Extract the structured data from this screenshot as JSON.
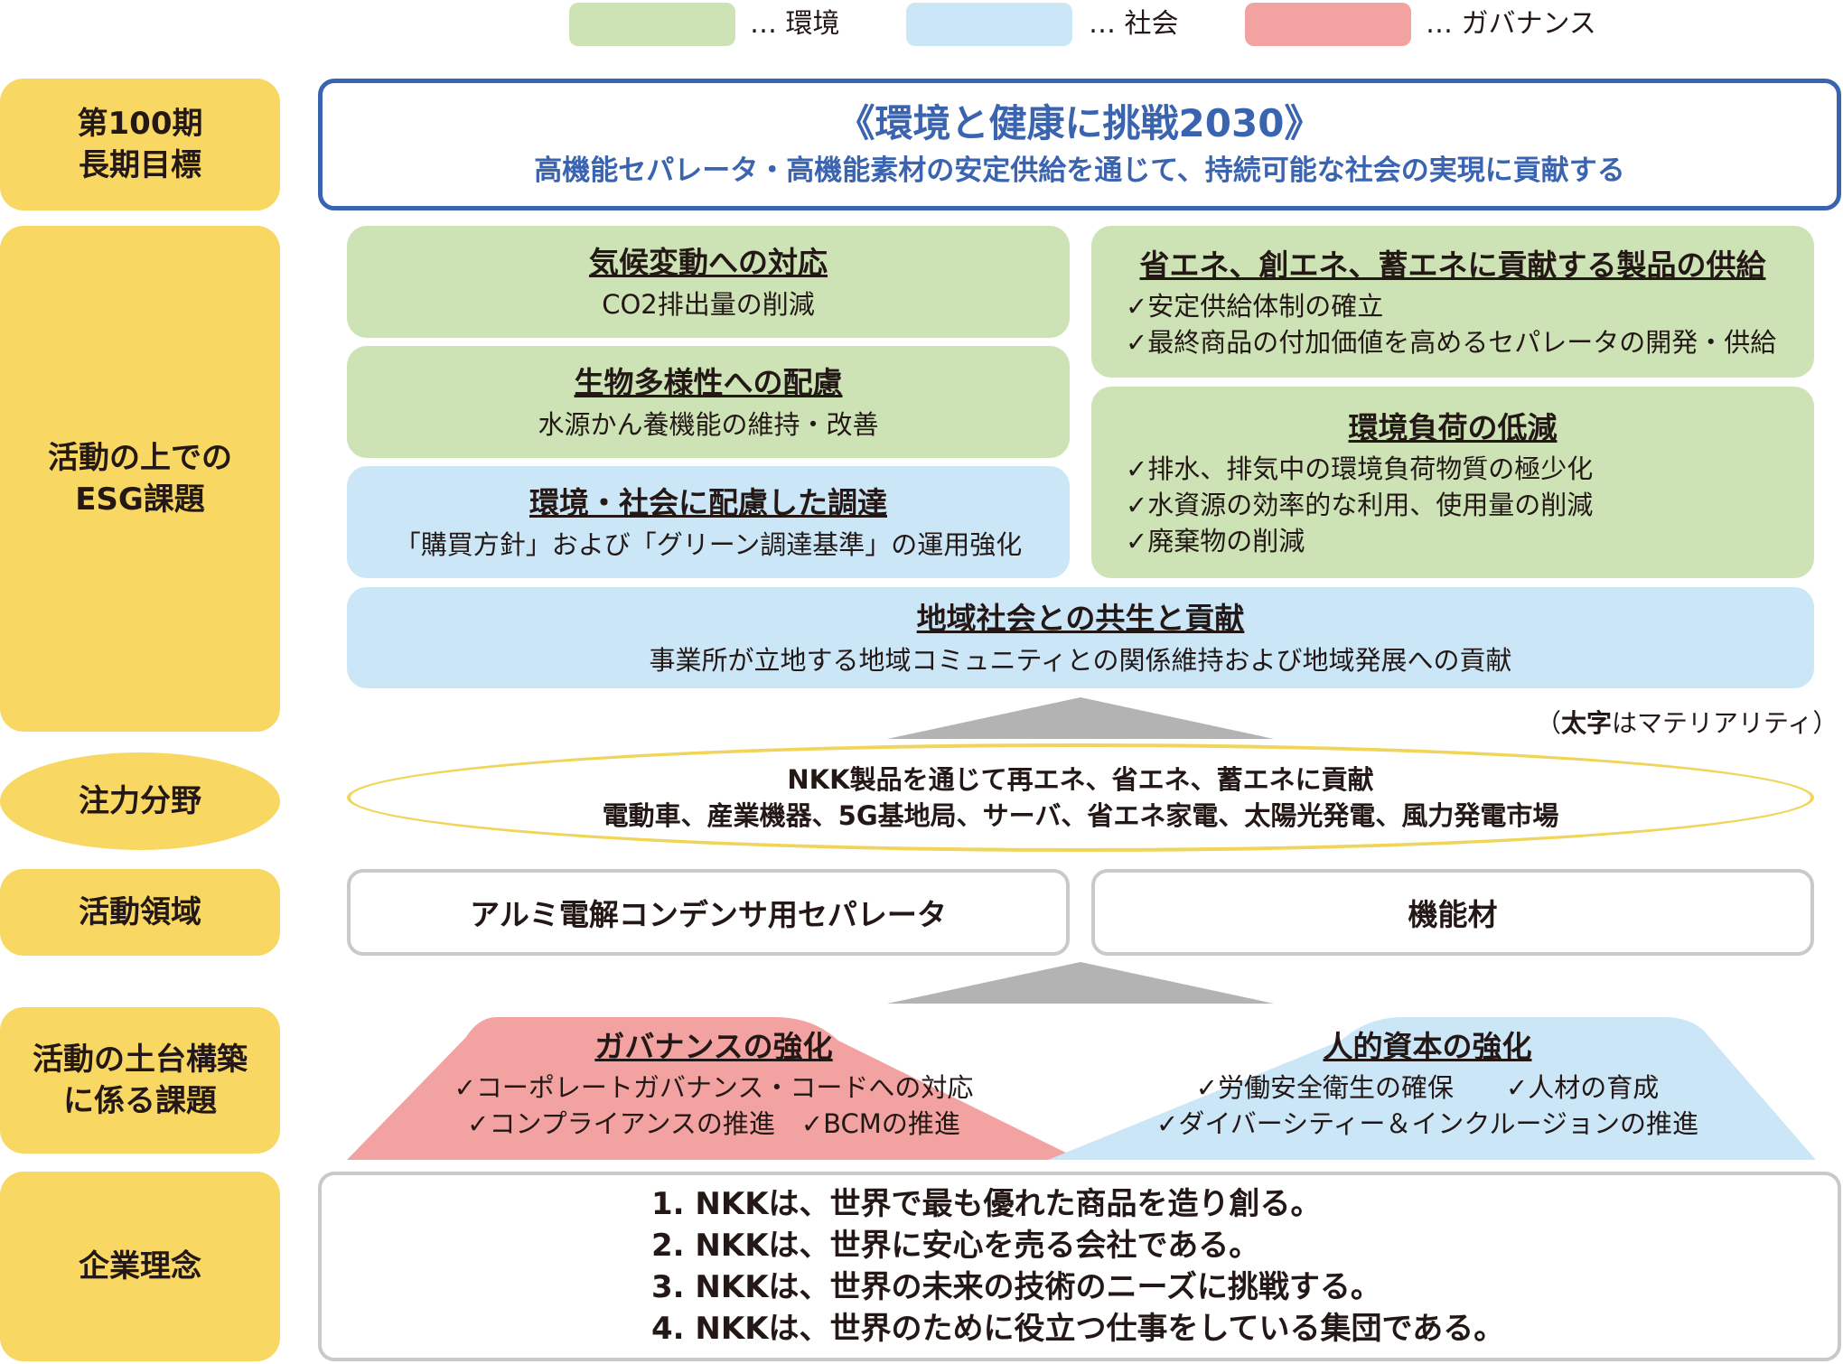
{
  "colors": {
    "environment": "#cde3b6",
    "society": "#cbe6f7",
    "governance": "#f2a2a0",
    "label": "#f8d862",
    "goal_border": "#3b64b0",
    "neutral_border": "#c9c9c9",
    "triangle": "#b3b3b3",
    "focus_border": "#f0d55a"
  },
  "legend": [
    {
      "label": "… 環境"
    },
    {
      "label": "… 社会"
    },
    {
      "label": "… ガバナンス"
    }
  ],
  "side_labels": {
    "goal": [
      "第100期",
      "長期目標"
    ],
    "esg": [
      "活動の上での",
      "ESG課題"
    ],
    "focus": [
      "注力分野"
    ],
    "area": [
      "活動領域"
    ],
    "foundation": [
      "活動の土台構築",
      "に係る課題"
    ],
    "philosophy": [
      "企業理念"
    ]
  },
  "goal": {
    "title": "《環境と健康に挑戦2030》",
    "subtitle": "高機能セパレータ・高機能素材の安定供給を通じて、持続可能な社会の実現に貢献する"
  },
  "esg": {
    "climate": {
      "title": "気候変動への対応",
      "desc": "CO2排出量の削減"
    },
    "biodiversity": {
      "title": "生物多様性への配慮",
      "desc": "水源かん養機能の維持・改善"
    },
    "procurement": {
      "title": "環境・社会に配慮した調達",
      "desc": "「購買方針」および「グリーン調達基準」の運用強化"
    },
    "energy": {
      "title": "省エネ、創エネ、蓄エネに貢献する製品の供給",
      "items": [
        "✓安定供給体制の確立",
        "✓最終商品の付加価値を高めるセパレータの開発・供給"
      ]
    },
    "load": {
      "title": "環境負荷の低減",
      "items": [
        "✓排水、排気中の環境負荷物質の極少化",
        "✓水資源の効率的な利用、使用量の削減",
        "✓廃棄物の削減"
      ]
    },
    "community": {
      "title": "地域社会との共生と貢献",
      "desc": "事業所が立地する地域コミュニティとの関係維持および地域発展への貢献"
    }
  },
  "note": {
    "bold": "太字",
    "rest": "はマテリアリティ）",
    "open": "（"
  },
  "focus": {
    "line1": "NKK製品を通じて再エネ、省エネ、蓄エネに貢献",
    "line2": "電動車、産業機器、5G基地局、サーバ、省エネ家電、太陽光発電、風力発電市場"
  },
  "areas": {
    "separator": "アルミ電解コンデンサ用セパレータ",
    "functional": "機能材"
  },
  "foundation": {
    "governance": {
      "title": "ガバナンスの強化",
      "line1": "✓コーポレートガバナンス・コードへの対応",
      "line2": "✓コンプライアンスの推進　✓BCMの推進"
    },
    "human": {
      "title": "人的資本の強化",
      "line1": "✓労働安全衛生の確保　　✓人材の育成",
      "line2": "✓ダイバーシティー＆インクルージョンの推進"
    }
  },
  "philosophy": [
    "1. NKKは、世界で最も優れた商品を造り創る。",
    "2. NKKは、世界に安心を売る会社である。",
    "3. NKKは、世界の未来の技術のニーズに挑戦する。",
    "4. NKKは、世界のために役立つ仕事をしている集団である。"
  ]
}
